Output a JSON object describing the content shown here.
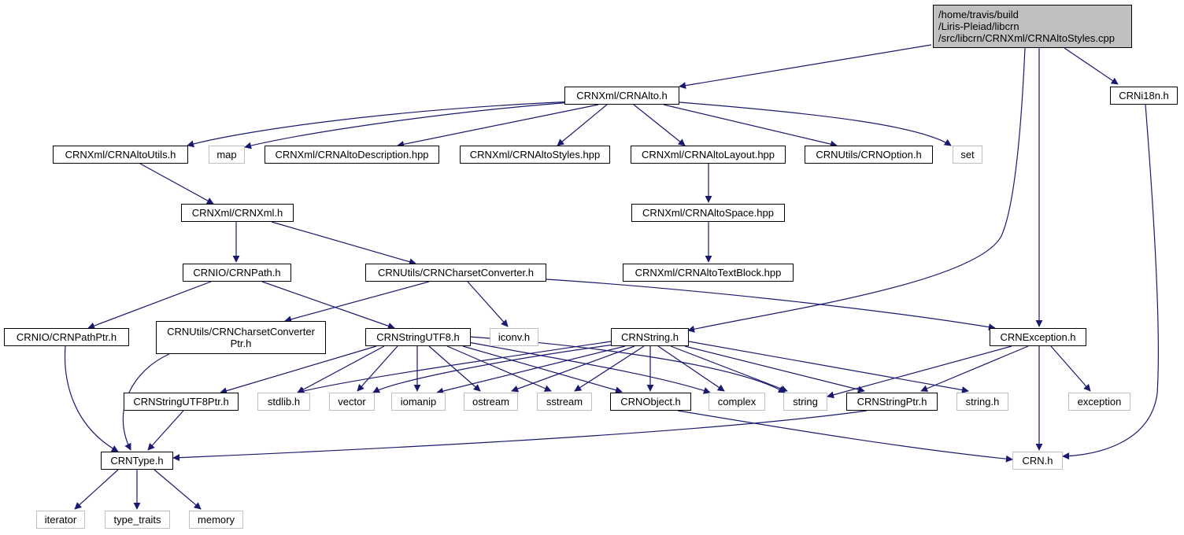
{
  "graph": {
    "colors": {
      "edge": "#191970",
      "root_fill": "#bfbfbf",
      "local_border": "#000000",
      "system_border": "#bfbfbf"
    },
    "nodes": {
      "root": {
        "lines": [
          "/home/travis/build",
          "/Liris-Pleiad/libcrn",
          "/src/libcrn/CRNXml/CRNAltoStyles.cpp"
        ]
      },
      "alto": {
        "label": "CRNXml/CRNAlto.h"
      },
      "i18n": {
        "label": "CRNi18n.h"
      },
      "altoutils": {
        "label": "CRNXml/CRNAltoUtils.h"
      },
      "map": {
        "label": "map"
      },
      "altodesc": {
        "label": "CRNXml/CRNAltoDescription.hpp"
      },
      "altostyles": {
        "label": "CRNXml/CRNAltoStyles.hpp"
      },
      "altolayout": {
        "label": "CRNXml/CRNAltoLayout.hpp"
      },
      "option": {
        "label": "CRNUtils/CRNOption.h"
      },
      "set": {
        "label": "set"
      },
      "xml": {
        "label": "CRNXml/CRNXml.h"
      },
      "altospace": {
        "label": "CRNXml/CRNAltoSpace.hpp"
      },
      "path": {
        "label": "CRNIO/CRNPath.h"
      },
      "charset": {
        "label": "CRNUtils/CRNCharsetConverter.h"
      },
      "textblock": {
        "label": "CRNXml/CRNAltoTextBlock.hpp"
      },
      "pathptr": {
        "label": "CRNIO/CRNPathPtr.h"
      },
      "charsetptr": {
        "lines": [
          "CRNUtils/CRNCharsetConverter",
          "Ptr.h"
        ]
      },
      "utf8": {
        "label": "CRNStringUTF8.h"
      },
      "iconv": {
        "label": "iconv.h"
      },
      "crnstring": {
        "label": "CRNString.h"
      },
      "exception": {
        "label": "CRNException.h"
      },
      "utf8ptr": {
        "label": "CRNStringUTF8Ptr.h"
      },
      "stdlib": {
        "label": "stdlib.h"
      },
      "vector": {
        "label": "vector"
      },
      "iomanip": {
        "label": "iomanip"
      },
      "ostream": {
        "label": "ostream"
      },
      "sstream": {
        "label": "sstream"
      },
      "object": {
        "label": "CRNObject.h"
      },
      "complex": {
        "label": "complex"
      },
      "string": {
        "label": "string"
      },
      "stringptr": {
        "label": "CRNStringPtr.h"
      },
      "stringh": {
        "label": "string.h"
      },
      "exceptionstd": {
        "label": "exception"
      },
      "type": {
        "label": "CRNType.h"
      },
      "crnh": {
        "label": "CRN.h"
      },
      "iterator": {
        "label": "iterator"
      },
      "typetraits": {
        "label": "type_traits"
      },
      "memory": {
        "label": "memory"
      }
    }
  }
}
